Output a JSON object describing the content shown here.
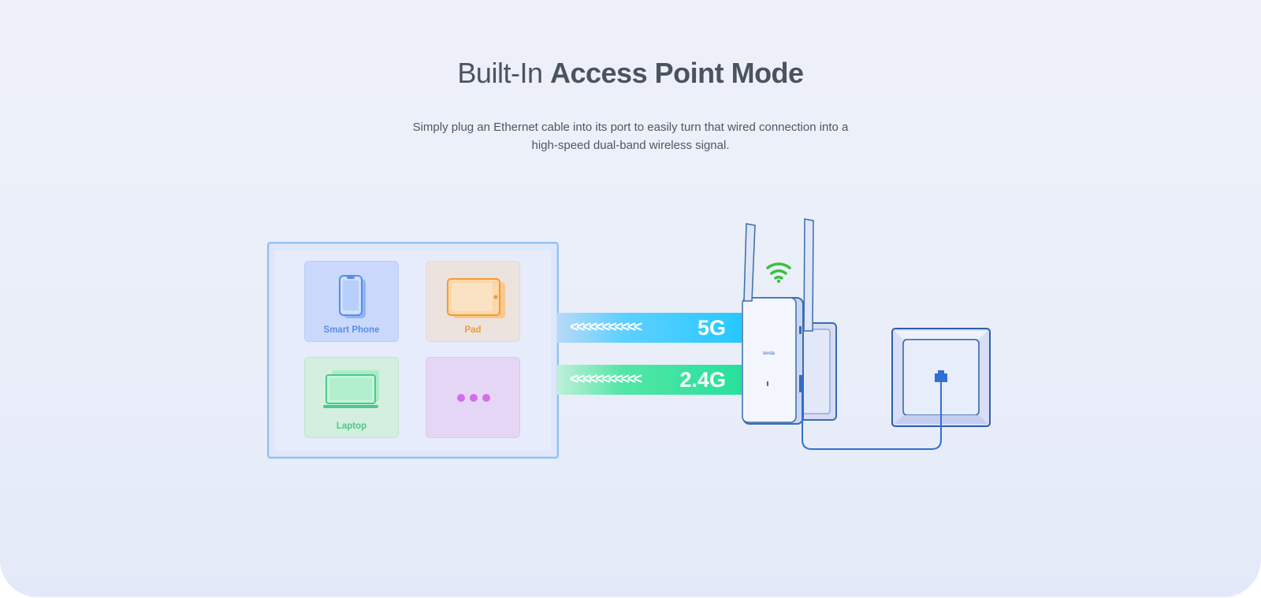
{
  "header": {
    "title_prefix": "Built-In",
    "title_bold": "Access Point Mode",
    "description_line1": "Simply plug an Ethernet cable into its port to easily turn that wired connection into a",
    "description_line2": "high-speed dual-band wireless signal."
  },
  "devices": [
    {
      "label": "Smart Phone",
      "icon": "smartphone-icon"
    },
    {
      "label": "Pad",
      "icon": "tablet-icon"
    },
    {
      "label": "Laptop",
      "icon": "laptop-icon"
    },
    {
      "label": "",
      "icon": "more-dots-icon"
    }
  ],
  "bands": [
    {
      "label": "5G",
      "chevrons": "<<<<<<<<<<<",
      "color": "#25c8ff"
    },
    {
      "label": "2.4G",
      "chevrons": "<<<<<<<<<<<",
      "color": "#27e09c"
    }
  ],
  "extender": {
    "brand": "tenda",
    "wifi_color": "#33c23a"
  },
  "wall_port": {
    "icon": "ethernet-port-icon"
  }
}
